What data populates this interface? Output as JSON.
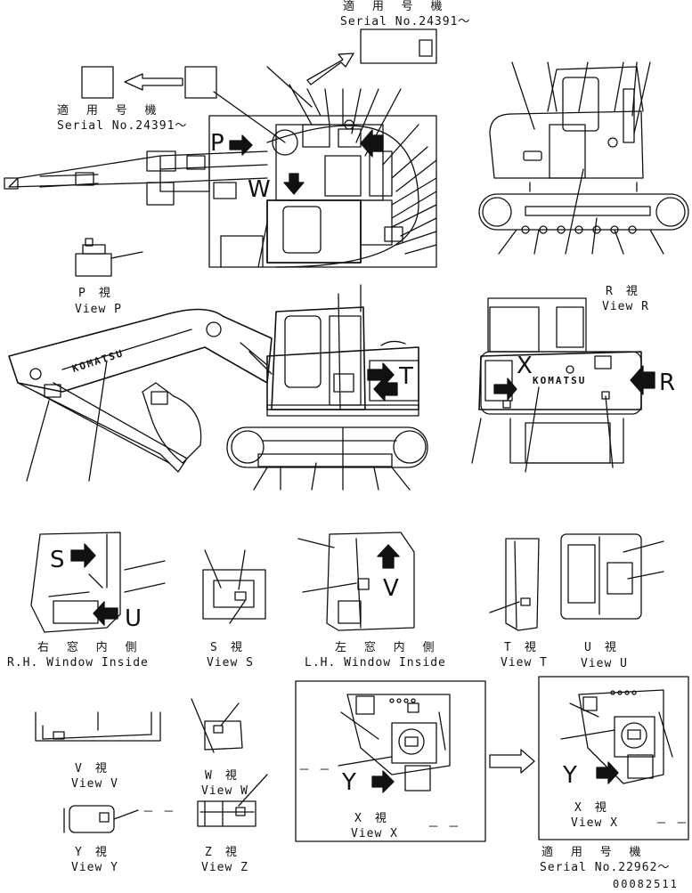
{
  "serial_notes": {
    "top_jp": "適 用 号 機",
    "top_serial": "Serial No.24391～",
    "left_jp": "適 用 号 機",
    "left_serial": "Serial No.24391～",
    "bottom_jp": "適 用 号 機",
    "bottom_serial": "Serial No.22962～"
  },
  "view_letters": {
    "p": "P",
    "w": "W",
    "r": "R",
    "t": "T",
    "x": "X",
    "s": "S",
    "u": "U",
    "v": "V",
    "y1": "Y",
    "y2": "Y"
  },
  "brand": {
    "boom_logo": "KOMATSU",
    "rear_logo": "KOMATSU"
  },
  "views": {
    "p_jp": "P　視",
    "p_en": "View P",
    "r_jp": "R　視",
    "r_en": "View R",
    "rh_jp": "右 窓 内 側",
    "rh_en": "R.H. Window Inside",
    "s_jp": "S　視",
    "s_en": "View S",
    "lh_jp": "左 窓 内 側",
    "lh_en": "L.H. Window Inside",
    "t_jp": "T　視",
    "t_en": "View T",
    "u_jp": "U　視",
    "u_en": "View U",
    "v_jp": "V　視",
    "v_en": "View V",
    "w_jp": "W　視",
    "w_en": "View W",
    "x1_jp": "X　視",
    "x1_en": "View X",
    "y_jp": "Y　視",
    "y_en": "View Y",
    "z_jp": "Z　視",
    "z_en": "View Z",
    "x2_jp": "X　視",
    "x2_en": "View X"
  },
  "dashes": {
    "d1": "－ －",
    "d2": "－ －",
    "d3": "－ －",
    "d4": "－ －",
    "d5": "－ －",
    "d6": "－ －"
  },
  "drawing_number": "00082511"
}
